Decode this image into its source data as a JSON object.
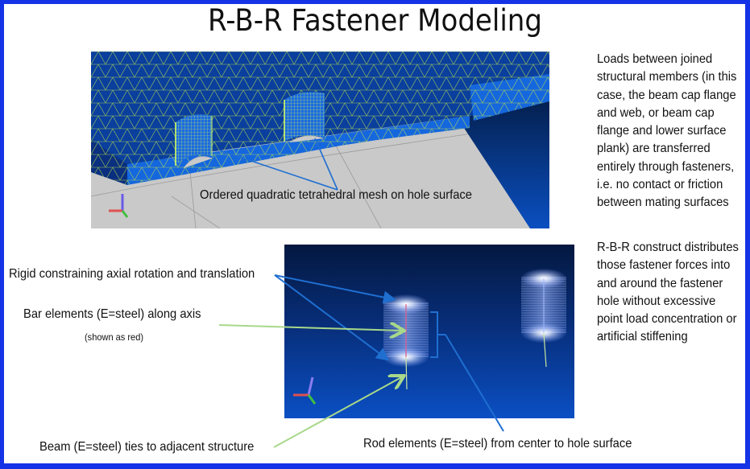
{
  "title": "R-B-R Fastener Modeling",
  "colors": {
    "frame_border": "#1433e6",
    "mesh_blue": "#0f5fd6",
    "mesh_dark": "#0a3f9e",
    "mesh_lines": "#b8e04a",
    "floor_gray": "#c9c9c9",
    "viewport_dark": "#041840",
    "viewport_mid": "#0a48b8",
    "callout_blue": "#1f6fd1",
    "callout_green": "#a8d88a"
  },
  "upper_figure": {
    "callout": "Ordered quadratic tetrahedral mesh on hole surface",
    "icons": [
      "mesh-plate",
      "fastener-hole",
      "triad-axes-icon"
    ]
  },
  "lower_figure": {
    "icons": [
      "fastener-spider-left",
      "fastener-spider-right",
      "triad-axes-icon"
    ]
  },
  "labels": {
    "rigid": "Rigid constraining axial rotation and translation",
    "bar": "Bar elements (E=steel) along axis",
    "bar_note": "(shown as red)",
    "beam": "Beam (E=steel) ties to adjacent structure",
    "rod": "Rod elements (E=steel) from center to hole surface"
  },
  "side_text": {
    "loads": "Loads between joined structural members (in this case, the beam cap flange and web, or beam cap flange and lower surface plank) are transferred entirely through fasteners, i.e. no contact or friction between mating surfaces",
    "rbr": "R-B-R construct distributes those fastener forces into and around the fastener hole without excessive point load concentration or artificial stiffening"
  }
}
